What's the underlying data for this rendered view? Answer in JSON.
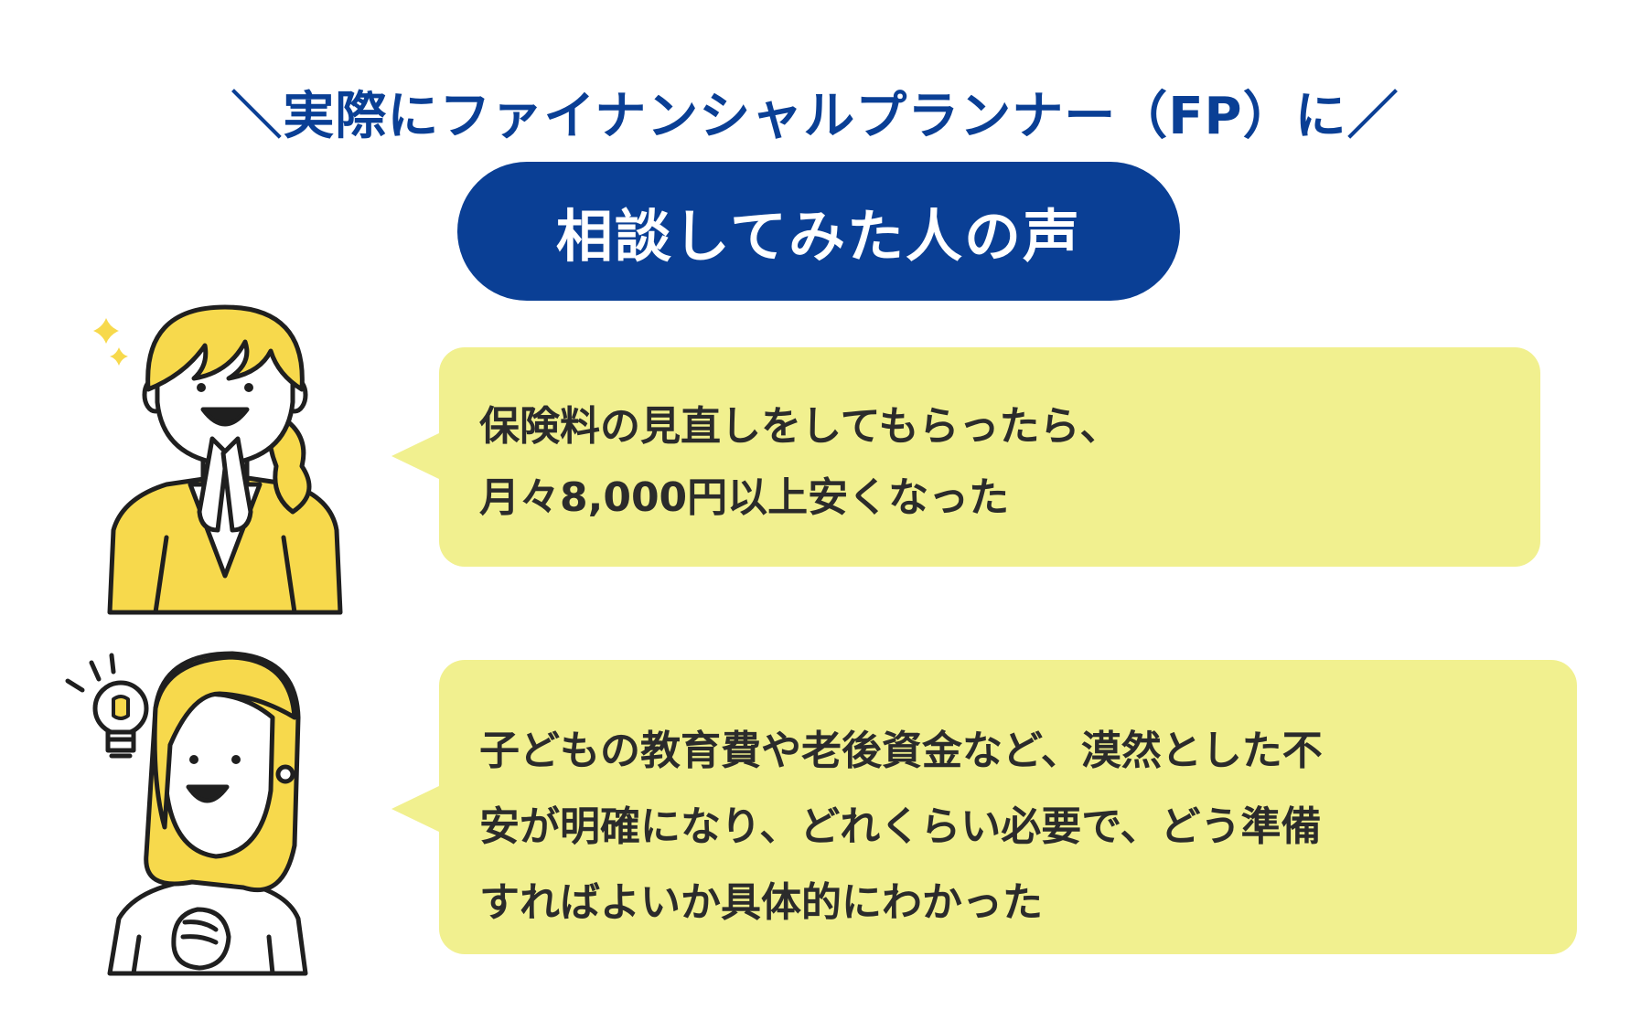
{
  "header": {
    "subtitle": "＼実際にファイナンシャルプランナー（FP）に／",
    "title": "相談してみた人の声"
  },
  "testimonials": [
    {
      "lines": [
        "保険料の見直しをしてもらったら、",
        "月々8,000円以上安くなった"
      ],
      "illustration_icon": "happy-woman-sparkle-icon"
    },
    {
      "lines": [
        "子どもの教育費や老後資金など、漠然とした不",
        "安が明確になり、どれくらい必要で、どう準備",
        "すればよいか具体的にわかった"
      ],
      "illustration_icon": "woman-lightbulb-icon"
    }
  ],
  "colors": {
    "brand_blue": "#0a3f95",
    "bubble_yellow": "#f1f08f",
    "hair_yellow": "#f7d94c",
    "outline": "#1f1f1f"
  }
}
